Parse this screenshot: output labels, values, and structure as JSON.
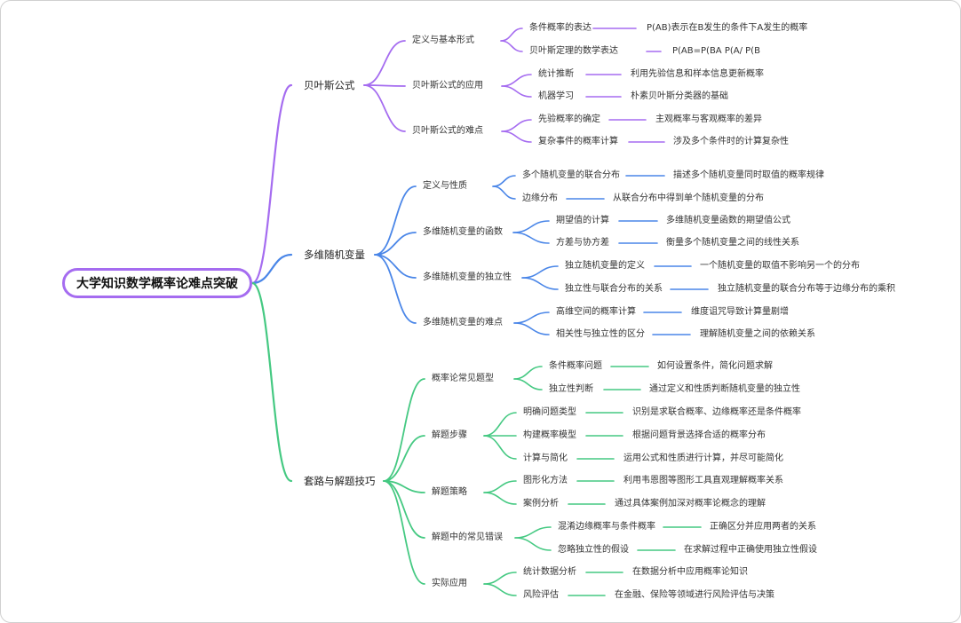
{
  "root": "大学知识数学概率论难点突破",
  "colors": {
    "purple": "#a56cf0",
    "blue": "#4a86e8",
    "green": "#45c982",
    "root_border": "#a56cf0"
  },
  "branches": [
    {
      "label": "贝叶斯公式",
      "color": "purple",
      "children": [
        {
          "label": "定义与基本形式",
          "children": [
            {
              "label": "条件概率的表达",
              "leaf": "P(AB)表示在B发生的条件下A发生的概率"
            },
            {
              "label": "贝叶斯定理的数学表达",
              "leaf": "P(AB=P(BA P(A/ P(B"
            }
          ]
        },
        {
          "label": "贝叶斯公式的应用",
          "children": [
            {
              "label": "统计推断",
              "leaf": "利用先验信息和样本信息更新概率"
            },
            {
              "label": "机器学习",
              "leaf": "朴素贝叶斯分类器的基础"
            }
          ]
        },
        {
          "label": "贝叶斯公式的难点",
          "children": [
            {
              "label": "先验概率的确定",
              "leaf": "主观概率与客观概率的差异"
            },
            {
              "label": "复杂事件的概率计算",
              "leaf": "涉及多个条件时的计算复杂性"
            }
          ]
        }
      ]
    },
    {
      "label": "多维随机变量",
      "color": "blue",
      "children": [
        {
          "label": "定义与性质",
          "children": [
            {
              "label": "多个随机变量的联合分布",
              "leaf": "描述多个随机变量同时取值的概率规律"
            },
            {
              "label": "边缘分布",
              "leaf": "从联合分布中得到单个随机变量的分布"
            }
          ]
        },
        {
          "label": "多维随机变量的函数",
          "children": [
            {
              "label": "期望值的计算",
              "leaf": "多维随机变量函数的期望值公式"
            },
            {
              "label": "方差与协方差",
              "leaf": "衡量多个随机变量之间的线性关系"
            }
          ]
        },
        {
          "label": "多维随机变量的独立性",
          "children": [
            {
              "label": "独立随机变量的定义",
              "leaf": "一个随机变量的取值不影响另一个的分布"
            },
            {
              "label": "独立性与联合分布的关系",
              "leaf": "独立随机变量的联合分布等于边缘分布的乘积"
            }
          ]
        },
        {
          "label": "多维随机变量的难点",
          "children": [
            {
              "label": "高维空间的概率计算",
              "leaf": "维度诅咒导致计算量剧增"
            },
            {
              "label": "相关性与独立性的区分",
              "leaf": "理解随机变量之间的依赖关系"
            }
          ]
        }
      ]
    },
    {
      "label": "套路与解题技巧",
      "color": "green",
      "children": [
        {
          "label": "概率论常见题型",
          "children": [
            {
              "label": "条件概率问题",
              "leaf": "如何设置条件，简化问题求解"
            },
            {
              "label": "独立性判断",
              "leaf": "通过定义和性质判断随机变量的独立性"
            }
          ]
        },
        {
          "label": "解题步骤",
          "children": [
            {
              "label": "明确问题类型",
              "leaf": "识别是求联合概率、边缘概率还是条件概率"
            },
            {
              "label": "构建概率模型",
              "leaf": "根据问题背景选择合适的概率分布"
            },
            {
              "label": "计算与简化",
              "leaf": "运用公式和性质进行计算，并尽可能简化"
            }
          ]
        },
        {
          "label": "解题策略",
          "children": [
            {
              "label": "图形化方法",
              "leaf": "利用韦恩图等图形工具直观理解概率关系"
            },
            {
              "label": "案例分析",
              "leaf": "通过具体案例加深对概率论概念的理解"
            }
          ]
        },
        {
          "label": "解题中的常见错误",
          "children": [
            {
              "label": "混淆边缘概率与条件概率",
              "leaf": "正确区分并应用两者的关系"
            },
            {
              "label": "忽略独立性的假设",
              "leaf": "在求解过程中正确使用独立性假设"
            }
          ]
        },
        {
          "label": "实际应用",
          "children": [
            {
              "label": "统计数据分析",
              "leaf": "在数据分析中应用概率论知识"
            },
            {
              "label": "风险评估",
              "leaf": "在金融、保险等领域进行风险评估与决策"
            }
          ]
        }
      ]
    }
  ]
}
